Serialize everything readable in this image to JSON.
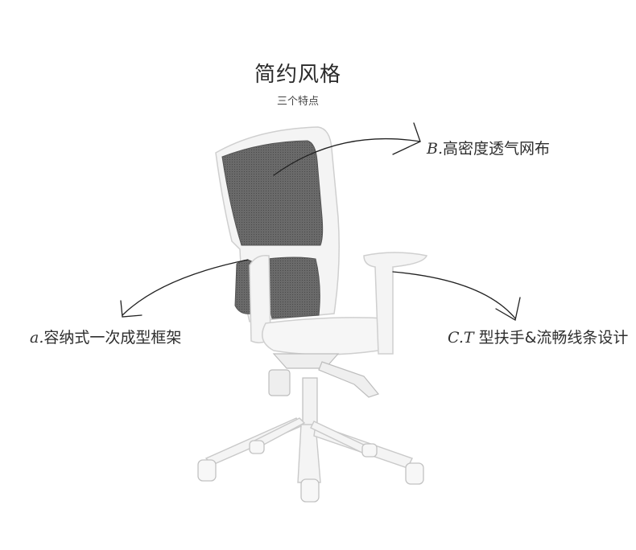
{
  "header": {
    "title": "简约风格",
    "subtitle": "三个特点"
  },
  "features": {
    "a": {
      "mark": "a.",
      "text": "容纳式一次成型框架"
    },
    "b": {
      "mark": "B.",
      "text": "高密度透气网布"
    },
    "c": {
      "mark": "C.T",
      "text": " 型扶手&流畅线条设计"
    }
  },
  "colors": {
    "ink": "#2e2e2e",
    "mesh": "#5a5a5a",
    "frame": "#f2f2f2",
    "outline": "#cfcfcf"
  }
}
